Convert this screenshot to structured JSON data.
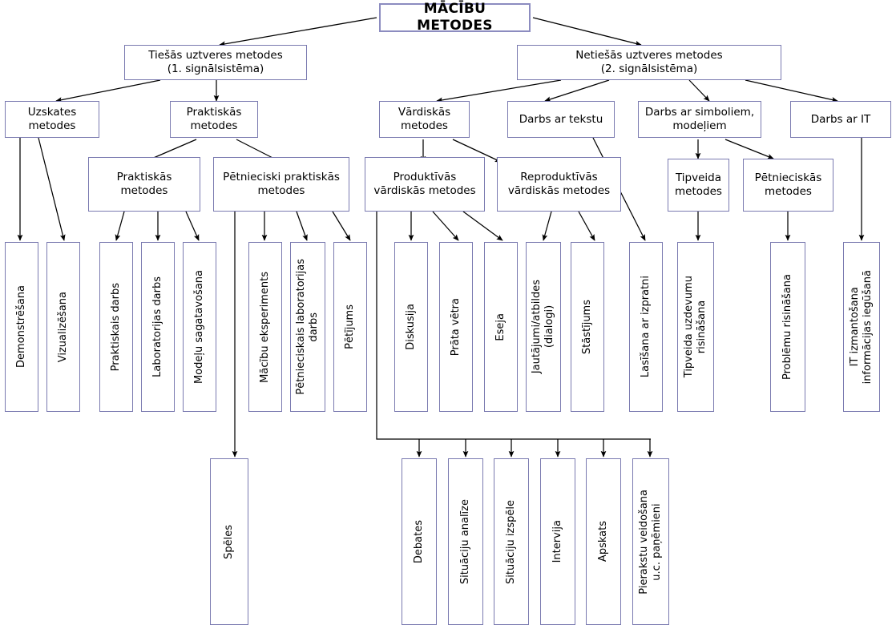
{
  "diagram": {
    "title": "MĀCĪBU METODES",
    "type": "hierarchical-tree",
    "language": "lv",
    "colors": {
      "box_border": "#7a7ab0",
      "box_fill": "#ffffff",
      "edge": "#000000",
      "text": "#000000"
    },
    "nodes": {
      "root": "MĀCĪBU METODES",
      "l1": [
        "Tiešās uztveres metodes\n(1. signālsistēma)",
        "Netiešās uztveres metodes\n(2. signālsistēma)"
      ],
      "l2": [
        "Uzskates\nmetodes",
        "Praktiskās\nmetodes",
        "Vārdiskās\nmetodes",
        "Darbs ar tekstu",
        "Darbs ar simboliem,\nmodeļiem",
        "Darbs ar IT"
      ],
      "l3": [
        "Praktiskās\nmetodes",
        "Pētnieciski praktiskās\nmetodes",
        "Produktīvās\nvārdiskās metodes",
        "Reproduktīvās\nvārdiskās metodes",
        "Tipveida\nmetodes",
        "Pētnieciskās\nmetodes"
      ],
      "leaves_row1": [
        "Demonstrēšana",
        "Vizualizēšana",
        "Praktiskais darbs",
        "Laboratorijas darbs",
        "Modeļu sagatavošana",
        "Mācību eksperiments",
        "Pētnieciskais laboratorijas\ndarbs",
        "Pētījums",
        "Diskusija",
        "Prāta vētra",
        "Eseja",
        "Jautājumi/atbildes\n(dialogi)",
        "Stāstījums",
        "Lasīšana ar izpratni",
        "Tipveida uzdevumu\nrisināšana",
        "Problēmu risināšana",
        "IT izmantošana\ninformācijas iegūšanā"
      ],
      "leaves_row2": [
        "Spēles",
        "Debates",
        "Situāciju analīze",
        "Situāciju izspēle",
        "Intervija",
        "Apskats",
        "Pierakstu veidošana\nu.c. paņēmieni"
      ]
    }
  }
}
